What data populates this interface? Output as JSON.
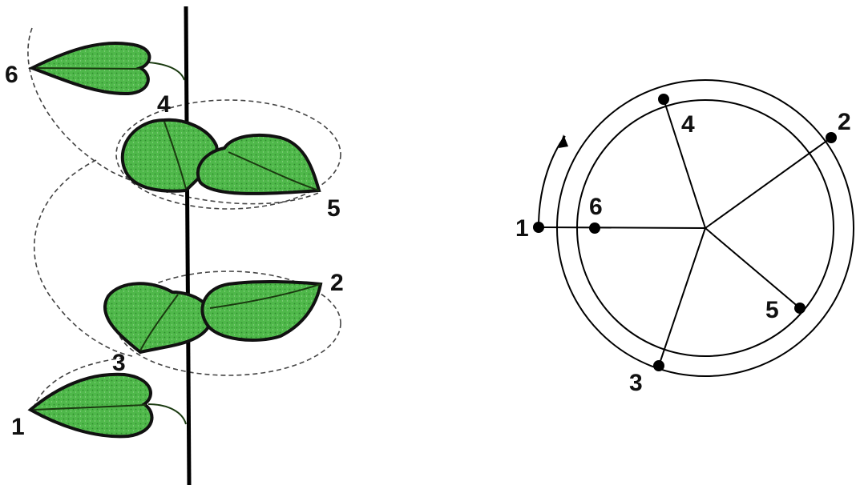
{
  "colors": {
    "leaf_fill": "#4fb84a",
    "leaf_dark": "#2f8a2e",
    "stem": "#000000",
    "background": "#ffffff"
  },
  "plant": {
    "labels": {
      "l1": "1",
      "l2": "2",
      "l3": "3",
      "l4": "4",
      "l5": "5",
      "l6": "6"
    }
  },
  "phyllotaxis": {
    "labels": {
      "l1": "1",
      "l2": "2",
      "l3": "3",
      "l4": "4",
      "l5": "5",
      "l6": "6"
    }
  }
}
